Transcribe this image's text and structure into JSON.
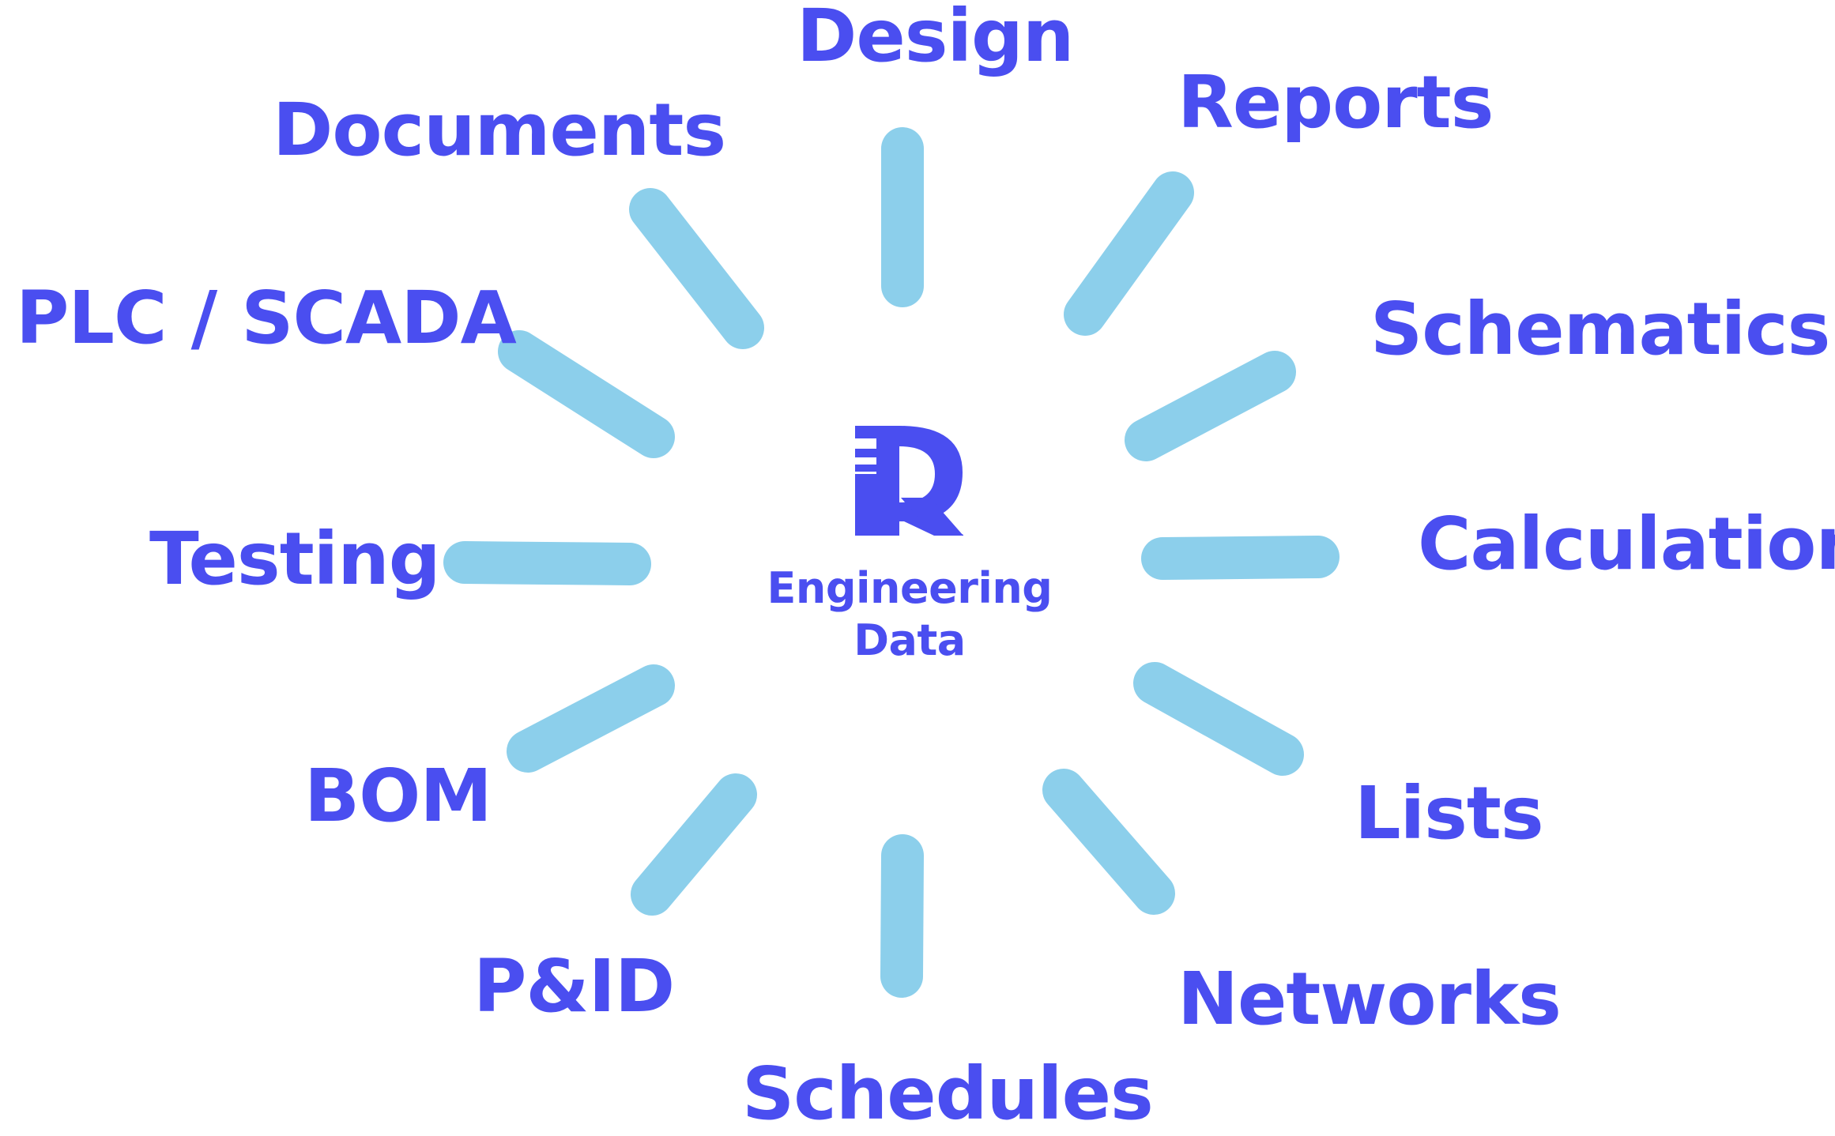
{
  "colors": {
    "accent": "#4a4ef0",
    "spoke": "#8ccfeb",
    "background": "#ffffff"
  },
  "center": {
    "logo_icon": "r-logo-icon",
    "line1": "Engineering",
    "line2": "Data"
  },
  "labels": {
    "design": "Design",
    "reports": "Reports",
    "schematics": "Schematics",
    "calculations": "Calculations",
    "lists": "Lists",
    "networks": "Networks",
    "schedules": "Schedules",
    "pid": "P&ID",
    "bom": "BOM",
    "testing": "Testing",
    "plc_scada": "PLC / SCADA",
    "documents": "Documents"
  }
}
